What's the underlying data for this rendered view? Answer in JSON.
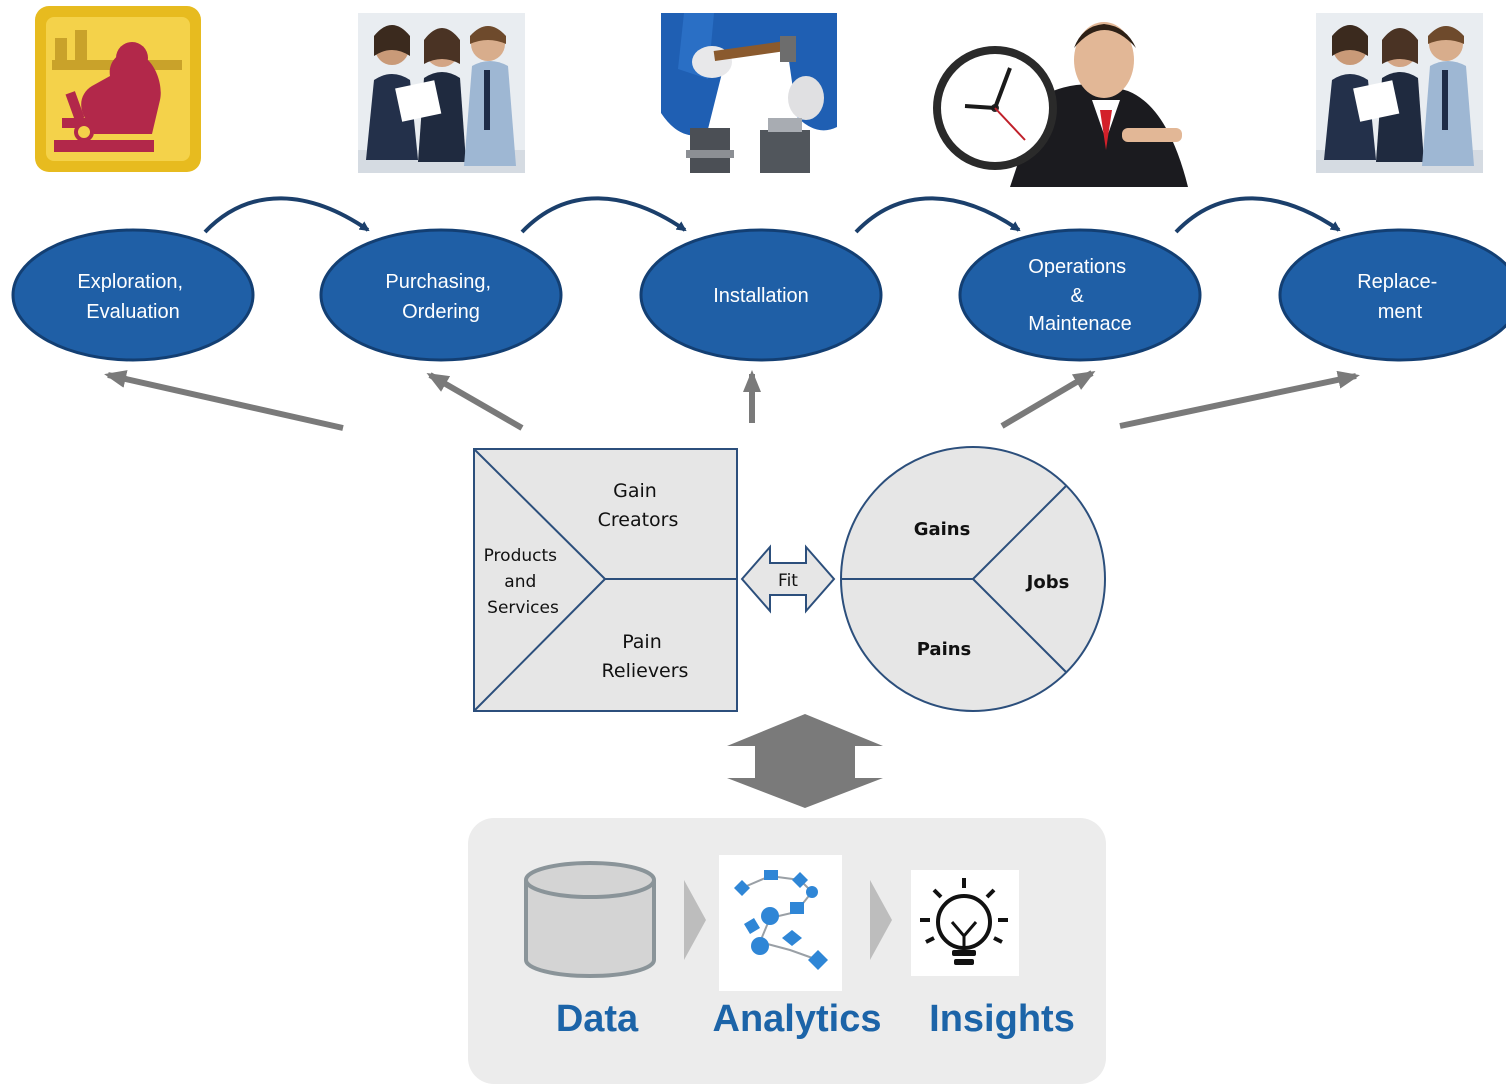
{
  "stages": [
    {
      "lines": [
        "Exploration,",
        "Evaluation"
      ]
    },
    {
      "lines": [
        "Purchasing,",
        "Ordering"
      ]
    },
    {
      "lines": [
        "Installation"
      ]
    },
    {
      "lines": [
        "Operations",
        "&",
        "Maintenace"
      ]
    },
    {
      "lines": [
        "Replace-",
        "ment"
      ]
    }
  ],
  "value_map": {
    "products_services": [
      "Products",
      "and",
      "Services"
    ],
    "gain_creators": [
      "Gain",
      "Creators"
    ],
    "pain_relievers": [
      "Pain",
      "Relievers"
    ]
  },
  "fit_label": "Fit",
  "customer_profile": {
    "gains": "Gains",
    "jobs": "Jobs",
    "pains": "Pains"
  },
  "pipeline": {
    "data": "Data",
    "analytics": "Analytics",
    "insights": "Insights"
  },
  "icons": [
    "scientist-microscope-icon",
    "business-team-photo",
    "installation-worker-photo",
    "businessman-clock-photo",
    "business-team-photo",
    "database-icon",
    "analytics-flowchart-icon",
    "lightbulb-insight-icon"
  ],
  "colors": {
    "stage_fill": "#1f5fa6",
    "stage_border": "#133f73",
    "curve_arrow": "#1b3f6b",
    "gray_arrow": "#7a7a7a",
    "canvas_fill": "#e6e6e6",
    "canvas_border": "#2c4f7c",
    "panel_fill": "#ececec",
    "accent_text": "#1c64a8"
  }
}
